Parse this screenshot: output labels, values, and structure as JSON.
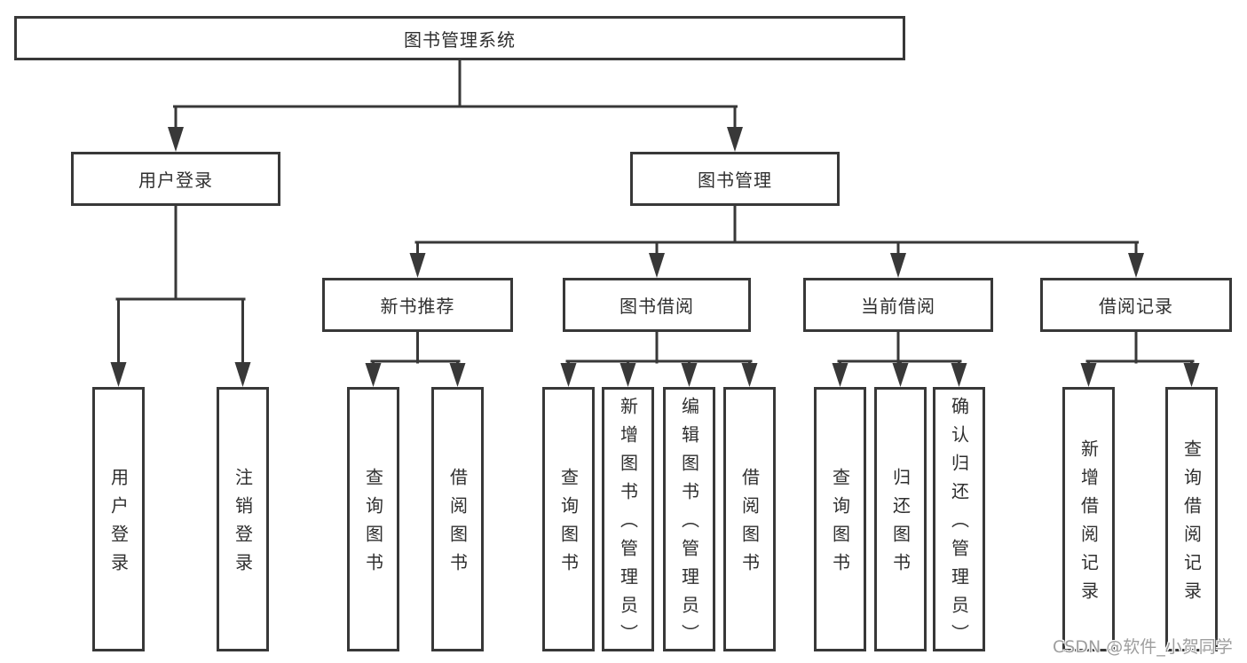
{
  "diagram": {
    "type": "tree",
    "title": "图书管理系统",
    "nodes": {
      "root": "图书管理系统",
      "user_login": "用户登录",
      "book_management": "图书管理",
      "new_book_recommend": "新书推荐",
      "book_borrowing": "图书借阅",
      "current_borrowing": "当前借阅",
      "borrowing_records": "借阅记录",
      "ul_user_login": "用户登录",
      "ul_logout": "注销登录",
      "nb_query_books": "查询图书",
      "nb_borrow_books": "借阅图书",
      "bb_query_books": "查询图书",
      "bb_add_books": "新增图书（管理员）",
      "bb_edit_books": "编辑图书（管理员）",
      "bb_borrow_books": "借阅图书",
      "cb_query_books": "查询图书",
      "cb_return_books": "归还图书",
      "cb_confirm_return": "确认归还（管理员）",
      "br_add_record": "新增借阅记录",
      "br_query_record": "查询借阅记录"
    },
    "edges": [
      [
        "root",
        "user_login"
      ],
      [
        "root",
        "book_management"
      ],
      [
        "user_login",
        "ul_user_login"
      ],
      [
        "user_login",
        "ul_logout"
      ],
      [
        "book_management",
        "new_book_recommend"
      ],
      [
        "book_management",
        "book_borrowing"
      ],
      [
        "book_management",
        "current_borrowing"
      ],
      [
        "book_management",
        "borrowing_records"
      ],
      [
        "new_book_recommend",
        "nb_query_books"
      ],
      [
        "new_book_recommend",
        "nb_borrow_books"
      ],
      [
        "book_borrowing",
        "bb_query_books"
      ],
      [
        "book_borrowing",
        "bb_add_books"
      ],
      [
        "book_borrowing",
        "bb_edit_books"
      ],
      [
        "book_borrowing",
        "bb_borrow_books"
      ],
      [
        "current_borrowing",
        "cb_query_books"
      ],
      [
        "current_borrowing",
        "cb_return_books"
      ],
      [
        "current_borrowing",
        "cb_confirm_return"
      ],
      [
        "borrowing_records",
        "br_add_record"
      ],
      [
        "borrowing_records",
        "br_query_record"
      ]
    ],
    "watermark": "CSDN @软件_小贺同学",
    "colors": {
      "line": "#383838",
      "box_border": "#383838",
      "text": "#2f2f2f",
      "background": "#ffffff",
      "watermark": "#9e9e9e"
    }
  }
}
